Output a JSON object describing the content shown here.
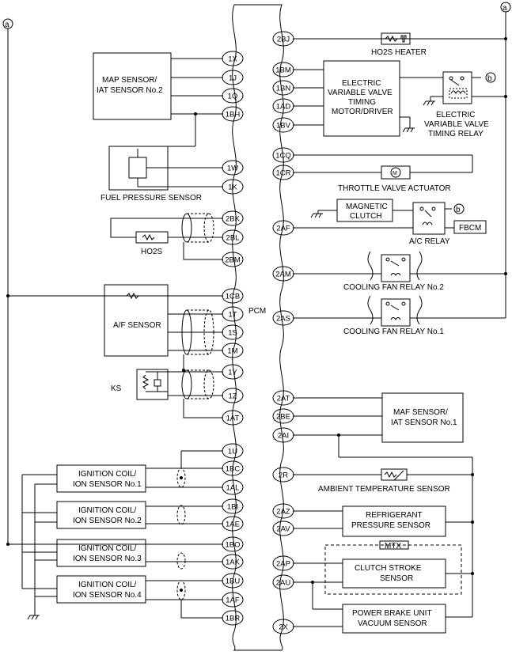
{
  "pcm": {
    "label": "PCM"
  },
  "markers": {
    "a": "a",
    "b": "b"
  },
  "pins_left": [
    "1X",
    "1J",
    "1Q",
    "1BH",
    "1W",
    "1K",
    "2BK",
    "2BL",
    "2BM",
    "1CB",
    "1T",
    "1S",
    "1M",
    "1Y",
    "1Z",
    "1AT",
    "1U",
    "1BC",
    "1AL",
    "1BI",
    "1AE",
    "1BO",
    "1AK",
    "1BU",
    "1AF",
    "1BR"
  ],
  "pins_right": [
    "2BJ",
    "1BM",
    "1BN",
    "1AD",
    "1BV",
    "1CQ",
    "1CR",
    "2AF",
    "2AM",
    "2AS",
    "2AT",
    "2BE",
    "2AI",
    "2R",
    "2AZ",
    "2AV",
    "2AP",
    "2AU",
    "2X"
  ],
  "components": {
    "map_sensor": [
      "MAP SENSOR/",
      "IAT SENSOR No.2"
    ],
    "fuel_pressure": "FUEL PRESSURE SENSOR",
    "ho2s": "HO2S",
    "af_sensor": "A/F SENSOR",
    "ks": "KS",
    "ign1": [
      "IGNITION COIL/",
      "ION SENSOR No.1"
    ],
    "ign2": [
      "IGNITION COIL/",
      "ION SENSOR No.2"
    ],
    "ign3": [
      "IGNITION COIL/",
      "ION SENSOR No.3"
    ],
    "ign4": [
      "IGNITION COIL/",
      "ION SENSOR No.4"
    ],
    "ho2s_heater": "HO2S HEATER",
    "evvt_motor": [
      "ELECTRIC",
      "VARIABLE VALVE",
      "TIMING",
      "MOTOR/DRIVER"
    ],
    "evvt_relay": [
      "ELECTRIC",
      "VARIABLE VALVE",
      "TIMING RELAY"
    ],
    "throttle": "THROTTLE VALVE ACTUATOR",
    "mag_clutch": [
      "MAGNETIC",
      "CLUTCH"
    ],
    "ac_relay": "A/C RELAY",
    "fbcm": "FBCM",
    "fan2": "COOLING FAN RELAY No.2",
    "fan1": "COOLING FAN RELAY No.1",
    "maf": [
      "MAF SENSOR/",
      "IAT SENSOR No.1"
    ],
    "ambient": "AMBIENT TEMPERATURE SENSOR",
    "refrig": [
      "REFRIGERANT",
      "PRESSURE SENSOR"
    ],
    "mtx": "MTX",
    "clutch_stroke": [
      "CLUTCH STROKE",
      "SENSOR"
    ],
    "brake_vac": [
      "POWER BRAKE UNIT",
      "VACUUM SENSOR"
    ]
  }
}
